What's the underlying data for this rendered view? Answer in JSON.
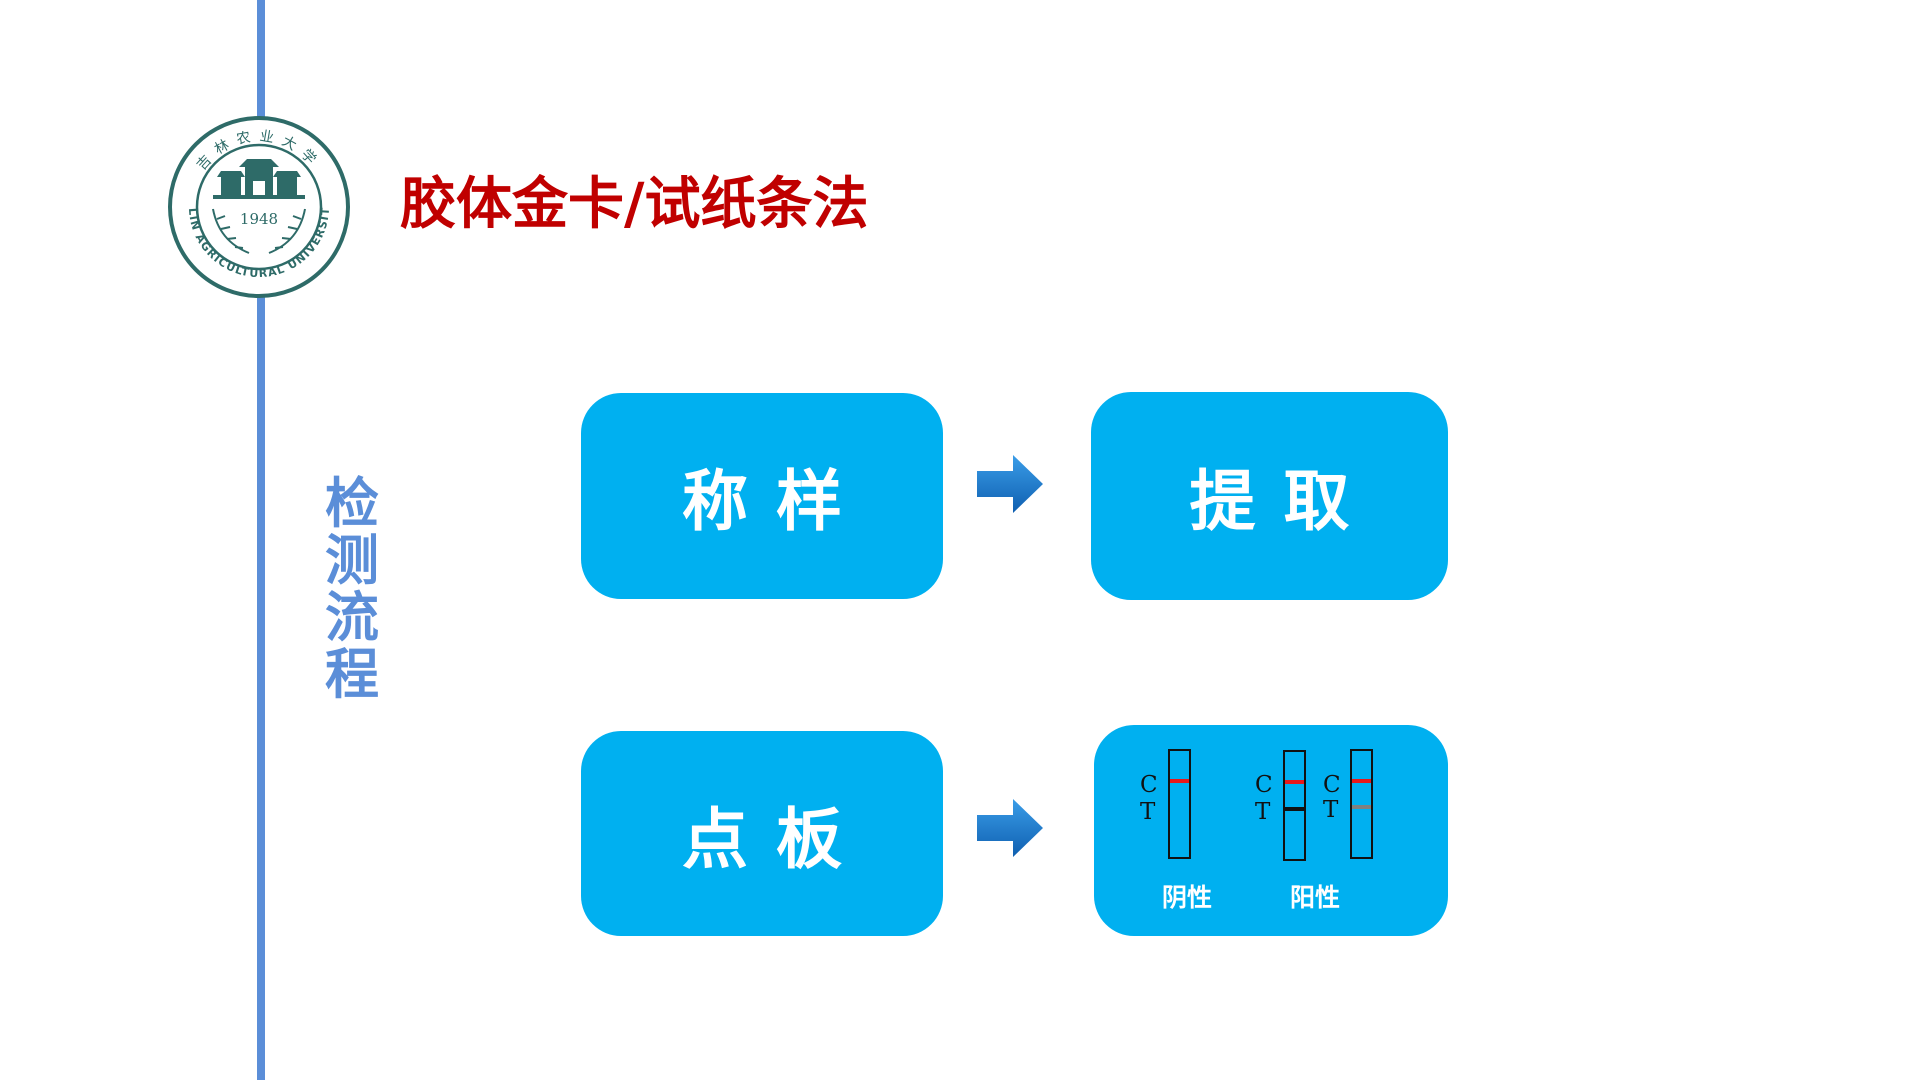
{
  "logo": {
    "name": "jilin-agricultural-university-seal",
    "year": "1948",
    "ring_text": "JILIN AGRICULTURAL UNIVERSITY",
    "top_text": "吉林农业大学"
  },
  "title": "胶体金卡/试纸条法",
  "side_label": "检测流程",
  "steps": [
    {
      "label": "称样"
    },
    {
      "label": "提取"
    },
    {
      "label": "点板"
    }
  ],
  "result_panel": {
    "control_letter": "C",
    "test_letter": "T",
    "negative_label": "阴性",
    "positive_label": "阳性"
  },
  "colors": {
    "accent_line": "#5b8ed8",
    "title": "#c00000",
    "box": "#00b0f0",
    "arrow": "#1a7bd0",
    "band_red": "#e8181a",
    "band_black": "#111111",
    "band_gray": "#808080",
    "seal": "#2e6b68"
  }
}
